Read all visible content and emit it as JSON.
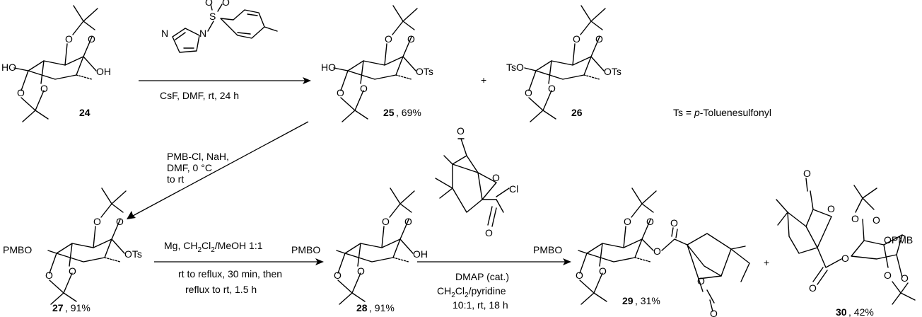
{
  "compounds": {
    "c24": {
      "number": "24",
      "yield": ""
    },
    "c25": {
      "number": "25",
      "yield": ", 69%"
    },
    "c26": {
      "number": "26",
      "yield": ""
    },
    "c27": {
      "number": "27",
      "yield": ", 91%"
    },
    "c28": {
      "number": "28",
      "yield": ", 91%"
    },
    "c29": {
      "number": "29",
      "yield": ", 31%"
    },
    "c30": {
      "number": "30",
      "yield": ", 42%"
    }
  },
  "plus_sign": "+",
  "legend": {
    "prefix": "Ts = ",
    "italic": "p",
    "suffix": "-Toluenesulfonyl"
  },
  "reactions": {
    "r1": {
      "reagent_atoms": {
        "S": "S",
        "O": "O",
        "N": "N"
      },
      "conditions": "CsF, DMF, rt, 24 h"
    },
    "r2": {
      "line1": "PMB-Cl, NaH,",
      "line2": "DMF, 0 °C",
      "line3": "to rt"
    },
    "r3": {
      "line1_a": "Mg, CH",
      "line1_sub1": "2",
      "line1_b": "Cl",
      "line1_sub2": "2",
      "line1_c": "/MeOH 1:1",
      "line2": "rt to reflux, 30 min, then",
      "line3": "reflux to rt, 1.5 h"
    },
    "r4": {
      "reagent_atoms": {
        "O": "O",
        "Cl": "Cl"
      },
      "line1": "DMAP (cat.)",
      "line2_a": "CH",
      "line2_sub1": "2",
      "line2_b": "Cl",
      "line2_sub2": "2",
      "line2_c": "/pyridine",
      "line3": "10:1, rt, 18 h"
    }
  },
  "atoms": {
    "O": "O",
    "HO": "HO",
    "OH": "OH",
    "OTs": "OTs",
    "TsO": "TsO",
    "PMBO": "PMBO",
    "OPMB": "OPMB"
  }
}
